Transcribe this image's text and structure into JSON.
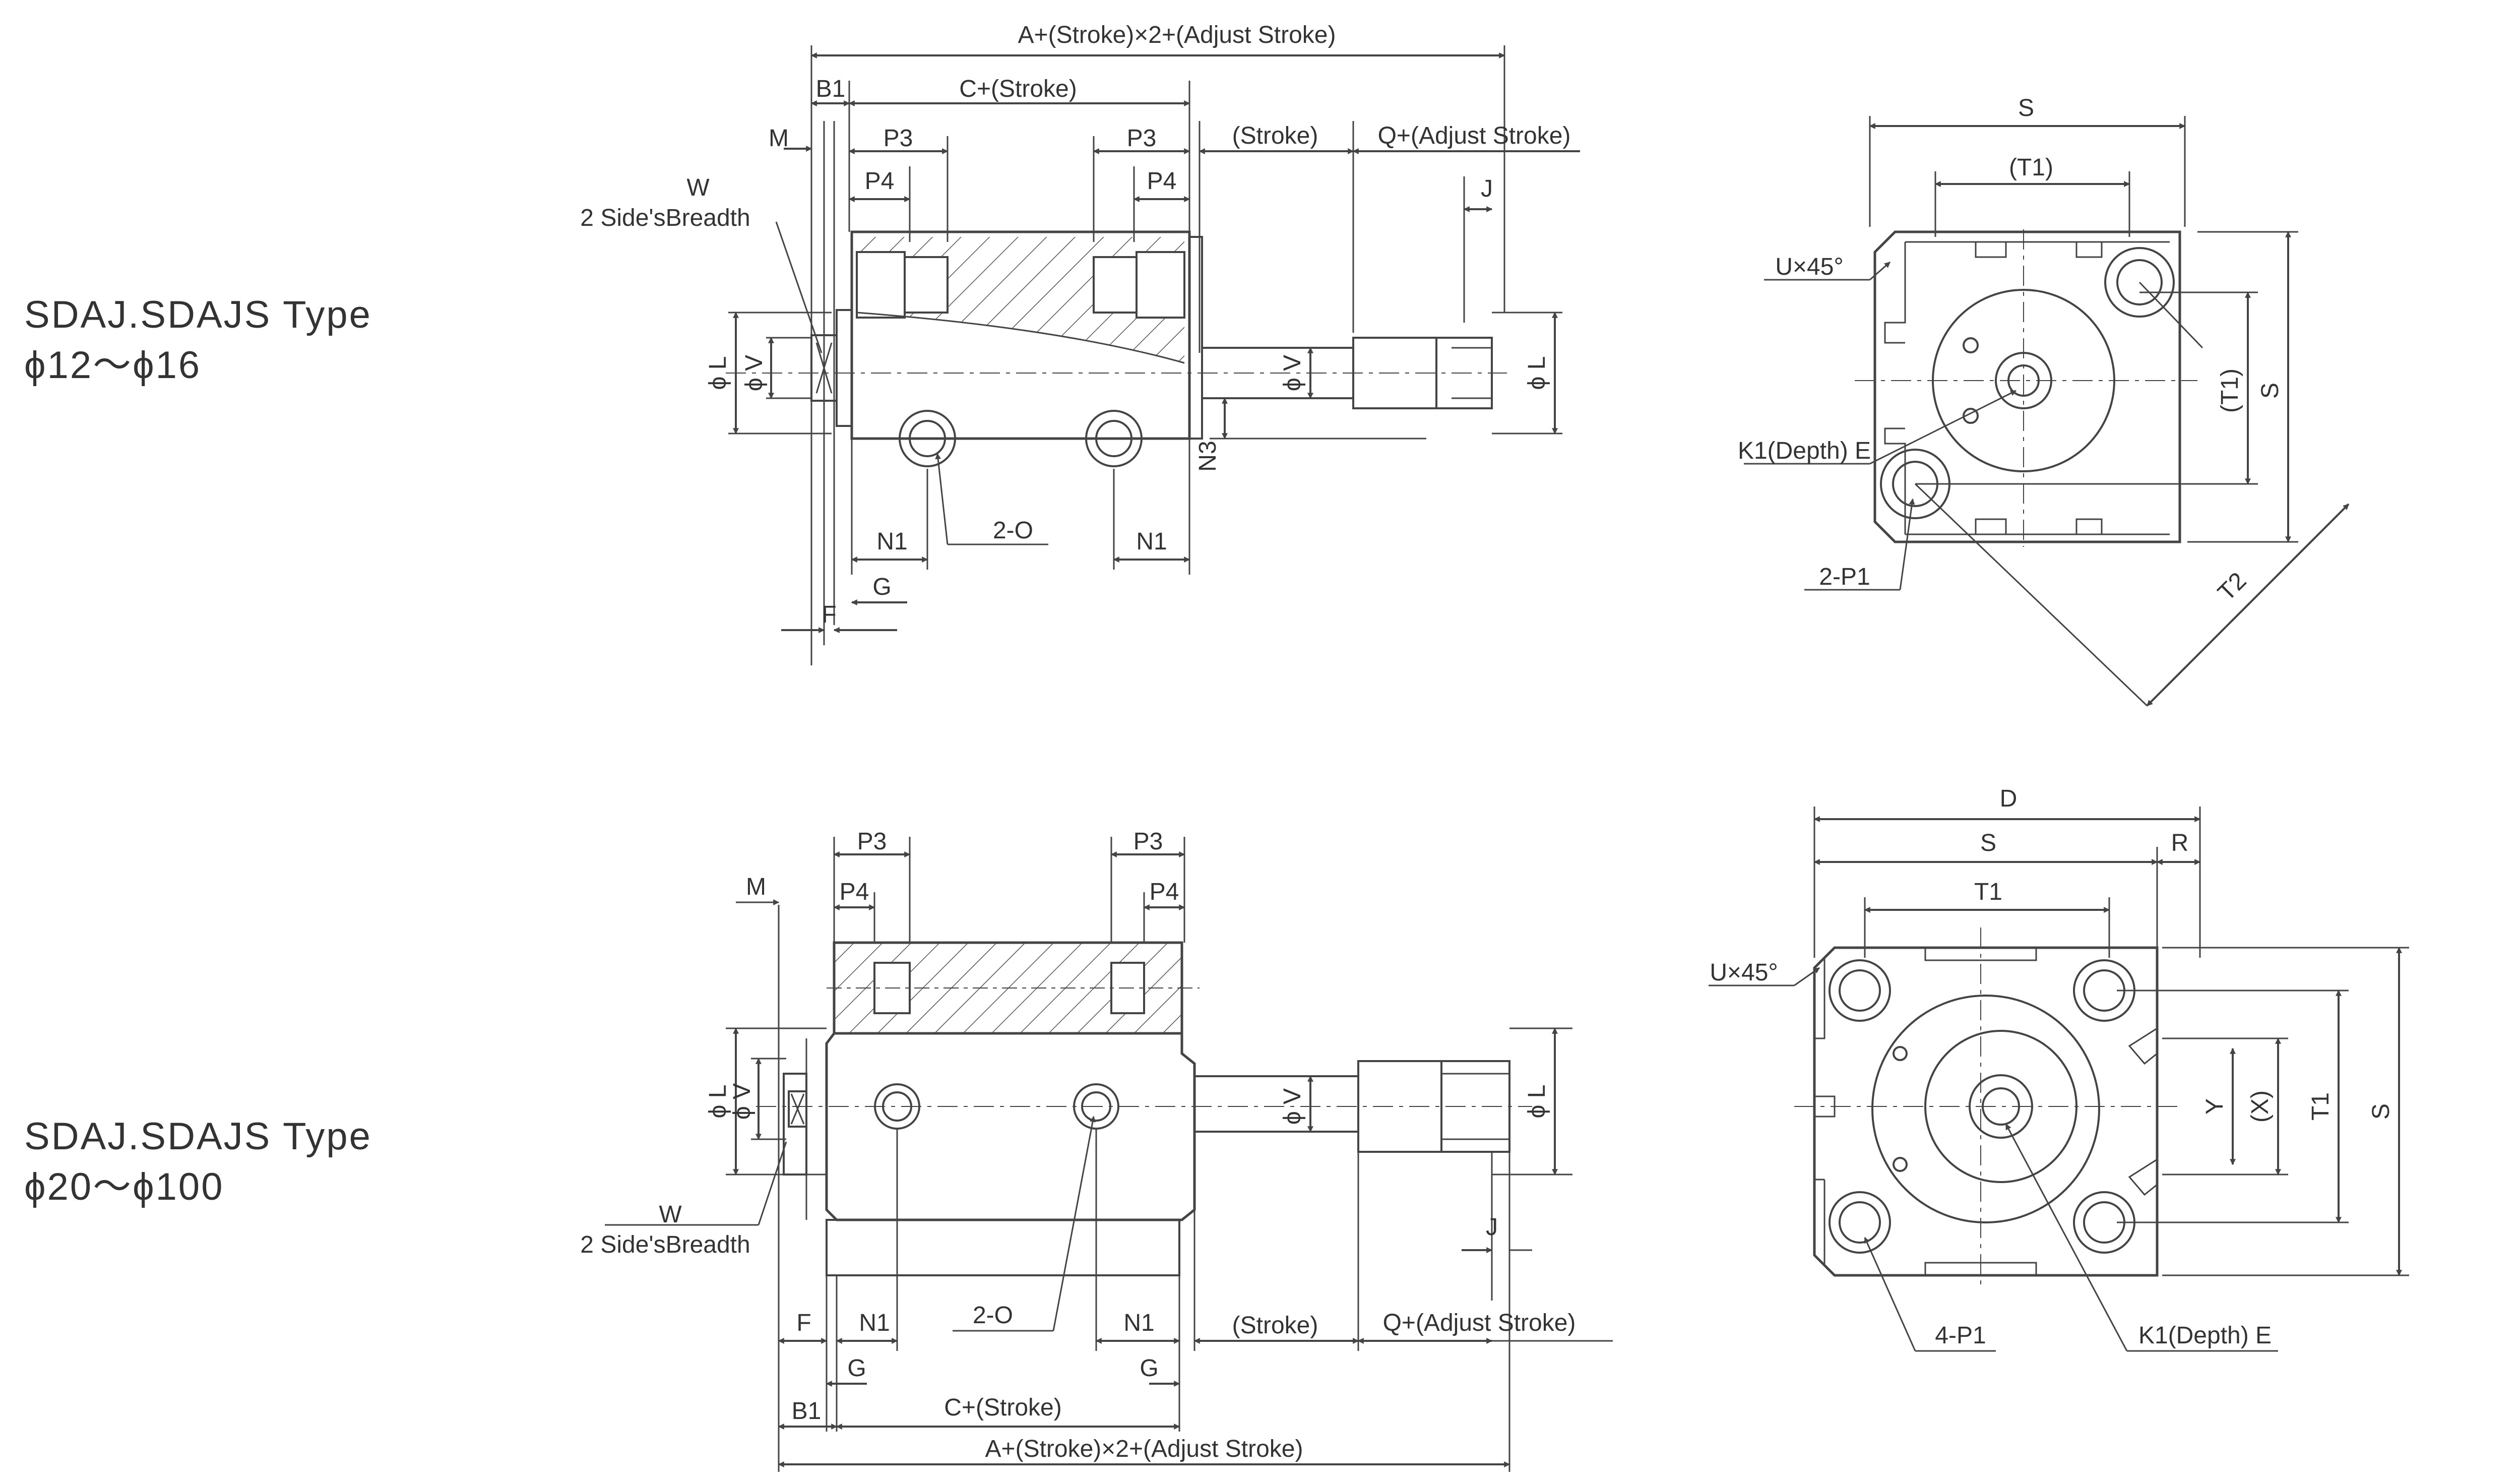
{
  "colors": {
    "line": "#444444",
    "text": "#333333",
    "hatch": "#555555",
    "background": "#ffffff"
  },
  "top_section": {
    "type_name": "SDAJ.SDAJS Type",
    "size_range": "ϕ12～ϕ16",
    "side_view": {
      "overall_length": "A+(Stroke)×2+(Adjust Stroke)",
      "body_length": "C+(Stroke)",
      "stroke": "(Stroke)",
      "adjust": "Q+(Adjust Stroke)",
      "b1": "B1",
      "m": "M",
      "p3_left": "P3",
      "p3_right": "P3",
      "p4_left": "P4",
      "p4_right": "P4",
      "j": "J",
      "w": "W",
      "breadth": "2 Side'sBreadth",
      "phi_l_left": "ϕ L",
      "phi_v_left": "ϕ V",
      "phi_v_rod": "ϕ V",
      "phi_l_right": "ϕ L",
      "n3": "N3",
      "n1_left": "N1",
      "n1_right": "N1",
      "ports": "2-O",
      "g": "G",
      "f": "F"
    },
    "end_view": {
      "s_top": "S",
      "t1": "(T1)",
      "chamfer": "U×45°",
      "s_side": "S",
      "t1_side": "(T1)",
      "thread": "K1(Depth) E",
      "holes": "2-P1",
      "t2": "T2"
    }
  },
  "bottom_section": {
    "type_name": "SDAJ.SDAJS Type",
    "size_range": "ϕ20～ϕ100",
    "side_view": {
      "p3_left": "P3",
      "p3_right": "P3",
      "p4_left": "P4",
      "p4_right": "P4",
      "m": "M",
      "phi_l_left": "ϕ L",
      "phi_v_left": "ϕ V",
      "phi_v_rod": "ϕ V",
      "phi_l_right": "ϕ L",
      "w": "W",
      "breadth": "2 Side'sBreadth",
      "j": "J",
      "f": "F",
      "n1_left": "N1",
      "ports": "2-O",
      "n1_right": "N1",
      "stroke": "(Stroke)",
      "adjust": "Q+(Adjust Stroke)",
      "g_left": "G",
      "g_right": "G",
      "b1": "B1",
      "body_length": "C+(Stroke)",
      "overall_length": "A+(Stroke)×2+(Adjust Stroke)"
    },
    "end_view": {
      "d": "D",
      "s_top": "S",
      "r": "R",
      "t1_top": "T1",
      "chamfer": "U×45°",
      "y": "Y",
      "x": "(X)",
      "t1_side": "T1",
      "s_side": "S",
      "holes": "4-P1",
      "thread": "K1(Depth) E"
    }
  }
}
